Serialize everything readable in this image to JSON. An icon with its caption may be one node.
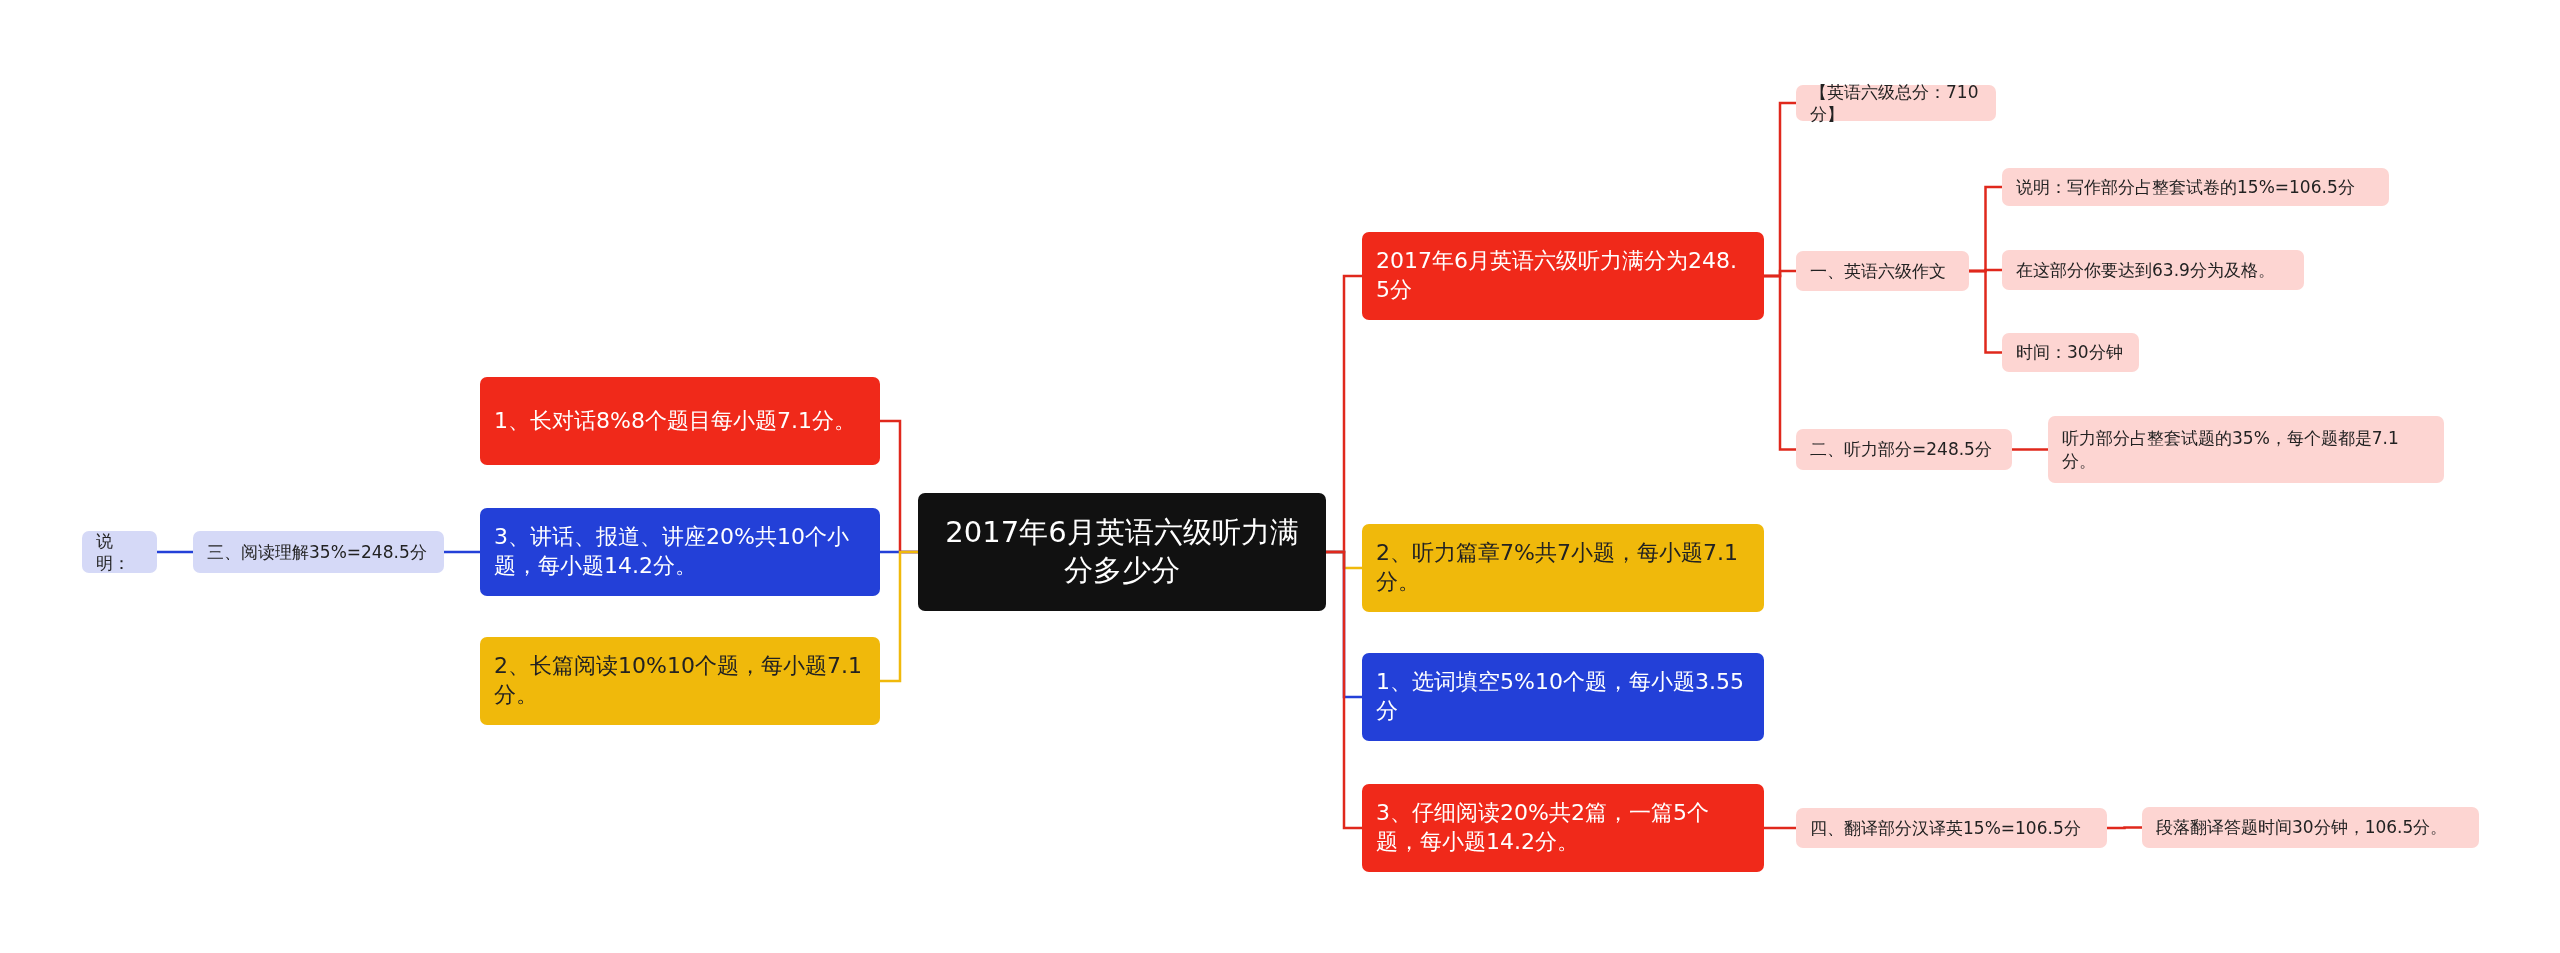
{
  "diagram": {
    "nodes": [
      {
        "text": [
          "2017年6月英语六级听力满分多少分"
        ]
      },
      {
        "text": [
          "2017年6月英语六级听力满分为248.5分"
        ]
      },
      {
        "text": [
          "2、听力篇章7%共7小题，每小题7.1分。"
        ]
      },
      {
        "text": [
          "1、选词填空5%10个题，每小题3.55分"
        ]
      },
      {
        "text": [
          "3、仔细阅读20%共2篇，一篇5个题，每小题14.2分。"
        ]
      },
      {
        "text": [
          "【英语六级总分：710分】"
        ]
      },
      {
        "text": [
          "一、英语六级作文"
        ]
      },
      {
        "text": [
          "说明：写作部分占整套试卷的15%=106.5分"
        ]
      },
      {
        "text": [
          "在这部分你要达到63.9分为及格。"
        ]
      },
      {
        "text": [
          "时间：30分钟"
        ]
      },
      {
        "text": [
          "二、听力部分=248.5分"
        ]
      },
      {
        "text": [
          "听力部分占整套试题的35%，每个题都是7.1分。"
        ]
      },
      {
        "text": [
          "四、翻译部分汉译英15%=106.5分"
        ]
      },
      {
        "text": [
          "段落翻译答题时间30分钟，106.5分。"
        ]
      },
      {
        "text": [
          "1、长对话8%8个题目每小题7.1分。"
        ]
      },
      {
        "text": [
          "3、讲话、报道、讲座20%共10个小题，每小题14.2分。"
        ]
      },
      {
        "text": [
          "2、长篇阅读10%10个题，每小题7.1分。"
        ]
      },
      {
        "text": [
          "三、阅读理解35%=248.5分"
        ]
      },
      {
        "text": [
          "说明："
        ]
      }
    ],
    "edges": [
      {
        "from": 0,
        "to": 1,
        "arrow": "none"
      },
      {
        "from": 0,
        "to": 2,
        "arrow": "none",
        "color": "#f0b90b"
      },
      {
        "from": 0,
        "to": 3,
        "arrow": "none",
        "color": "#2340d8"
      },
      {
        "from": 0,
        "to": 4,
        "arrow": "none"
      },
      {
        "from": 1,
        "to": 5,
        "arrow": "none"
      },
      {
        "from": 1,
        "to": 6,
        "arrow": "none"
      },
      {
        "from": 6,
        "to": 7,
        "arrow": "none"
      },
      {
        "from": 6,
        "to": 8,
        "arrow": "none"
      },
      {
        "from": 6,
        "to": 9,
        "arrow": "none"
      },
      {
        "from": 1,
        "to": 10,
        "arrow": "none"
      },
      {
        "from": 10,
        "to": 11,
        "arrow": "none"
      },
      {
        "from": 4,
        "to": 12,
        "arrow": "none"
      },
      {
        "from": 12,
        "to": 13,
        "arrow": "none"
      },
      {
        "from": 0,
        "to": 14,
        "arrow": "none"
      },
      {
        "from": 0,
        "to": 15,
        "arrow": "none",
        "color": "#2340d8"
      },
      {
        "from": 0,
        "to": 16,
        "arrow": "none",
        "color": "#f0b90b"
      },
      {
        "from": 15,
        "to": 17,
        "arrow": "none",
        "color": "#2340d8"
      },
      {
        "from": 17,
        "to": 18,
        "arrow": "none",
        "color": "#2340d8"
      }
    ]
  }
}
